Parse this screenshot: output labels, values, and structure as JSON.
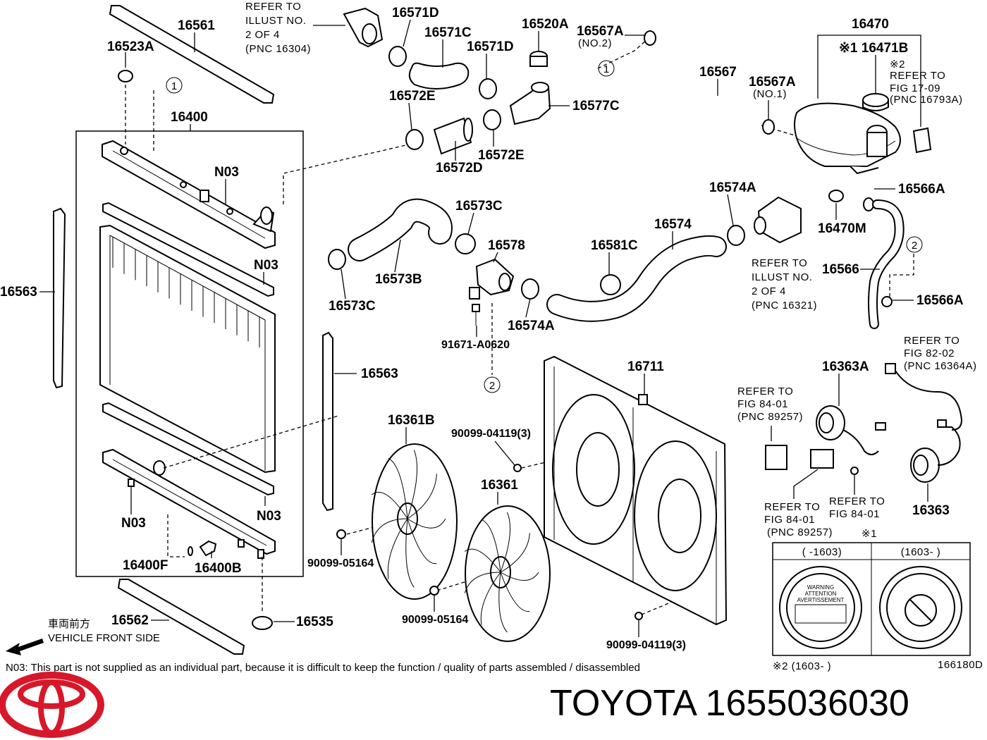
{
  "brand": {
    "name": "TOYOTA",
    "part_number": "1655036030",
    "logo_color": "#d7182a"
  },
  "callouts": {
    "p16561": "16561",
    "p16523A": "16523A",
    "p16400": "16400",
    "n03_top": "N03",
    "n03_mid": "N03",
    "n03_left": "N03",
    "n03_bot": "N03",
    "p16563_left": "16563",
    "p16563_right": "16563",
    "p16400F": "16400F",
    "p16400B": "16400B",
    "p16562": "16562",
    "p16535": "16535",
    "p16571D_a": "16571D",
    "p16571C": "16571C",
    "p16571D_b": "16571D",
    "p16520A": "16520A",
    "p16567A_top": "16567A",
    "p16567A_top_sub": "(NO.2)",
    "p16567": "16567",
    "p16567A_mid": "16567A",
    "p16567A_mid_sub": "(NO.1)",
    "p16470": "16470",
    "p16471B": "※1 16471B",
    "p16572E_a": "16572E",
    "p16577C": "16577C",
    "p16572D": "16572D",
    "p16572E_b": "16572E",
    "p16573C_top": "16573C",
    "p16578": "16578",
    "p16573B": "16573B",
    "p16573C_bot": "16573C",
    "p16574A_top": "16574A",
    "p16574": "16574",
    "p16581C": "16581C",
    "p16574A_bot": "16574A",
    "p91671": "91671-A0620",
    "p16566A_top": "16566A",
    "p16470M": "16470M",
    "p16566": "16566",
    "p16566A_bot": "16566A",
    "p16711": "16711",
    "p16363A": "16363A",
    "p16361B": "16361B",
    "p90099_04119_a": "90099-04119(3)",
    "p16361": "16361",
    "p90099_05164_a": "90099-05164",
    "p90099_05164_b": "90099-05164",
    "p90099_04119_b": "90099-04119(3)",
    "p16363": "16363",
    "circle1": "1",
    "circle2": "2"
  },
  "refs": {
    "illust_304": [
      "REFER TO",
      "ILLUST NO.",
      "2 OF 4",
      "(PNC 16304)"
    ],
    "fig_1709": [
      "※2",
      "REFER TO",
      "FIG 17-09",
      "(PNC 16793A)"
    ],
    "illust_321": [
      "REFER TO",
      "ILLUST NO.",
      "2 OF 4",
      "(PNC 16321)"
    ],
    "fig_8202": [
      "REFER TO",
      "FIG 82-02",
      "(PNC 16364A)"
    ],
    "fig_8401_a": [
      "REFER TO",
      "FIG 84-01",
      "(PNC 89257)"
    ],
    "fig_8401_b": [
      "REFER TO",
      "FIG 84-01",
      "(PNC 89257)"
    ],
    "fig_8401_c": [
      "REFER TO",
      "FIG 84-01",
      "※1"
    ]
  },
  "inset": {
    "left_header": "(      -1603)",
    "right_header": "(1603-      )",
    "cap_text": [
      "WARNING",
      "ATTENTION",
      "AVERTISSEMENT"
    ],
    "footnote": "※2 (1603-      )"
  },
  "front_side": {
    "jp": "車両前方",
    "en": "VEHICLE FRONT SIDE"
  },
  "footer_note": "N03: This part is not supplied as an individual part, because it is difficult to keep the function / quality of parts assembled / disassembled",
  "drawing_id": "166180D"
}
